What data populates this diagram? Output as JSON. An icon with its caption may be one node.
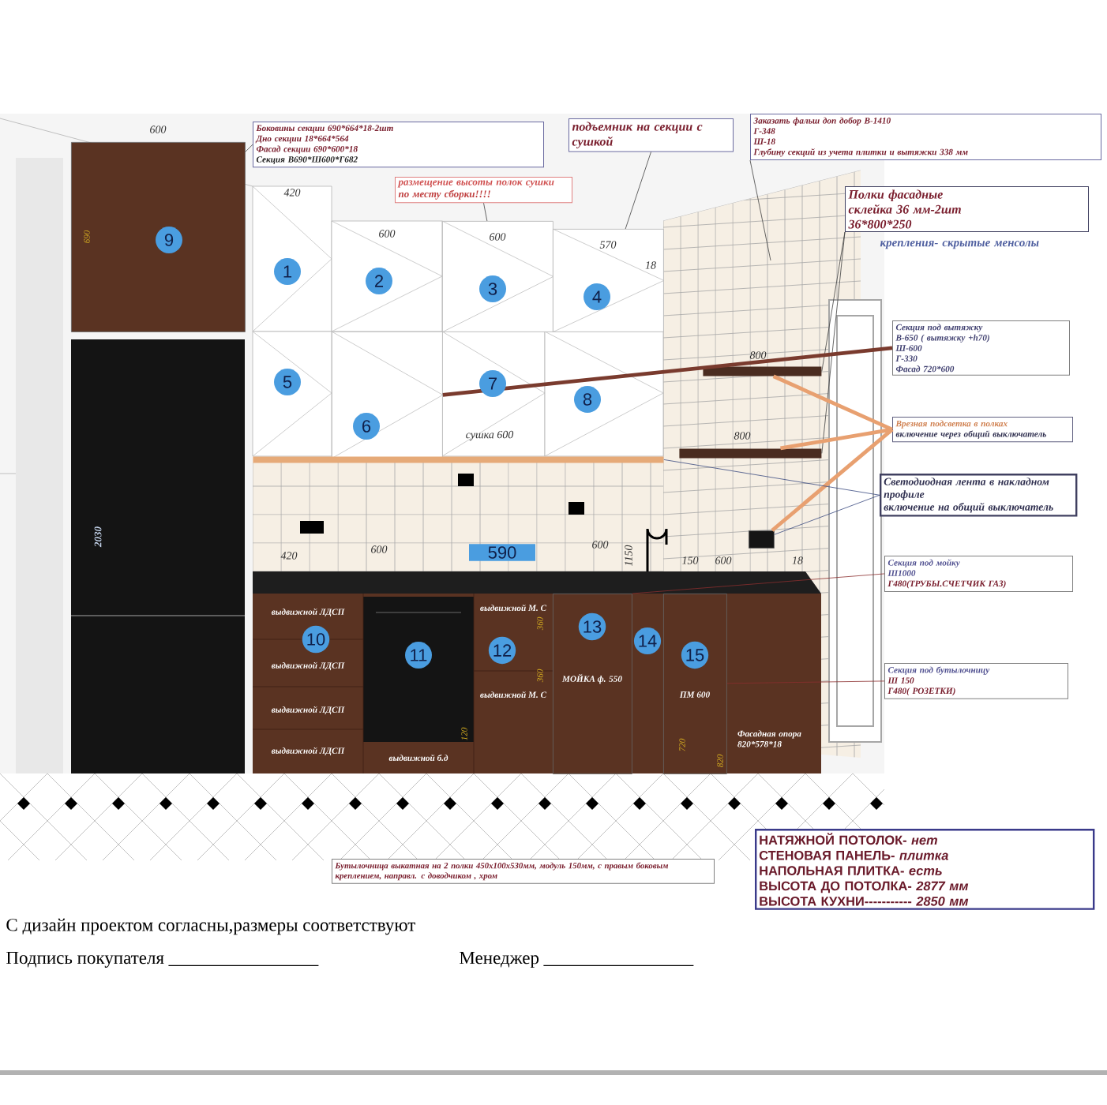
{
  "diagram": {
    "nodes": [
      {
        "text": [
          "Боковины секции 690*664*18-2шт",
          "Дно секции 18*664*564",
          "Фасад секции 690*600*18",
          "Секция В690*Ш600*Г682"
        ]
      },
      {
        "text": [
          "подъемник на секции с сушкой"
        ]
      },
      {
        "text": [
          "размещение высоты полок сушки",
          "по месту сборки!!!!"
        ]
      },
      {
        "text": [
          "Заказать фальш доп добор В-1410",
          "Г-348",
          "Ш-18",
          "Глубину секций из учета плитки и вытяжки 338 мм"
        ]
      },
      {
        "text": [
          "Полки фасадные",
          "склейка 36 мм-2шт",
          "36*800*250"
        ],
        "beside": [
          "крепления- скрытые менсолы"
        ]
      },
      {
        "text": [
          "Секция под вытяжку",
          "В-650 ( вытяжку +h70)",
          "Ш-600",
          "Г-330",
          "Фасад 720*600"
        ]
      },
      {
        "text": [
          "Врезная подсветка в полках",
          "включение через общий выключатель"
        ]
      },
      {
        "text": [
          "Светодиодная лента в накладном профиле",
          "включение на общий выключатель"
        ]
      },
      {
        "text": [
          "Секция под мойку",
          "Ш1000",
          "Г480(ТРУБЫ.СЧЕТЧИК ГАЗ)"
        ]
      },
      {
        "text": [
          "Секция под бутылочницу",
          "Ш 150",
          "Г480( РОЗЕТКИ)"
        ]
      },
      {
        "text": [
          "Бутылочница выкатная на 2 полки 450х100х530мм, модуль 150мм, с правым боковым креплением, направл. с доводчиком , хром"
        ]
      },
      {
        "text": [
          "НАТЯЖНОЙ ПОТОЛОК- *нет*",
          "СТЕНОВАЯ ПАНЕЛЬ- *плитка*",
          "НАПОЛЬНАЯ ПЛИТКА- *есть*",
          "ВЫСОТА ДО ПОТОЛКА- *2877 мм*",
          "ВЫСОТА КУХНИ----------- *2850 мм*"
        ]
      },
      {
        "text": [],
        "shape": "box"
      },
      {
        "text": [],
        "shape": "box"
      },
      {
        "text": [],
        "shape": "box"
      },
      {
        "text": [],
        "shape": "box"
      },
      {
        "text": [],
        "shape": "bar"
      },
      {
        "text": [],
        "shape": "bar"
      },
      {
        "text": [],
        "shape": "box"
      },
      {
        "text": [],
        "shape": "box"
      },
      {
        "text": [],
        "shape": "box"
      },
      {
        "text": [],
        "shape": "bar"
      }
    ],
    "edges": [
      {
        "from": 0,
        "to": 12,
        "arrow": "none"
      },
      {
        "from": 1,
        "to": 14,
        "arrow": "none"
      },
      {
        "from": 2,
        "to": 13,
        "arrow": "none"
      },
      {
        "from": 3,
        "to": null,
        "arrow": "none"
      },
      {
        "from": 4,
        "to": 16,
        "arrow": "none"
      },
      {
        "from": 4,
        "to": 17,
        "arrow": "none"
      },
      {
        "from": 5,
        "to": 15,
        "arrow": "none",
        "color": "#7a3b2e",
        "style": "thick"
      },
      {
        "from": 6,
        "to": 16,
        "arrow": "none",
        "color": "#e8a070",
        "style": "thick"
      },
      {
        "from": 6,
        "to": 17,
        "arrow": "none",
        "color": "#e8a070",
        "style": "thick"
      },
      {
        "from": 6,
        "to": 18,
        "arrow": "none",
        "color": "#e8a070",
        "style": "thick"
      },
      {
        "from": 7,
        "to": 18,
        "arrow": "none",
        "color": "#3a4a80"
      },
      {
        "from": 7,
        "to": 21,
        "arrow": "none",
        "color": "#3a4a80"
      },
      {
        "from": 8,
        "to": 19,
        "arrow": "none",
        "color": "#8b2e2e"
      },
      {
        "from": 9,
        "to": 20,
        "arrow": "none",
        "color": "#8b2e2e"
      }
    ],
    "labels": [
      "600",
      "690",
      "9",
      "420",
      "600",
      "600",
      "570",
      "18",
      "1",
      "2",
      "3",
      "4",
      "5",
      "7",
      "8",
      "6",
      "сушка 600",
      "800",
      "800",
      "2030",
      "590",
      "420",
      "600",
      "600",
      "1150",
      "150",
      "600",
      "18",
      "выдвижной ЛДСП",
      "10",
      "выдвижной ЛДСП",
      "выдвижной ЛДСП",
      "выдвижной ЛДСП",
      "11",
      "выдвижной б.д",
      "выдвижной М. С",
      "12",
      "выдвижной М. С",
      "360",
      "360",
      "120",
      "13",
      "МОЙКА ф. 550",
      "14",
      "15",
      "ПМ 600",
      "720",
      "820",
      "Фасадная опора 820*578*18",
      "С дизайн проектом согласны,размеры соответствуют",
      "Подпись покупателя",
      "Менеджер"
    ]
  }
}
